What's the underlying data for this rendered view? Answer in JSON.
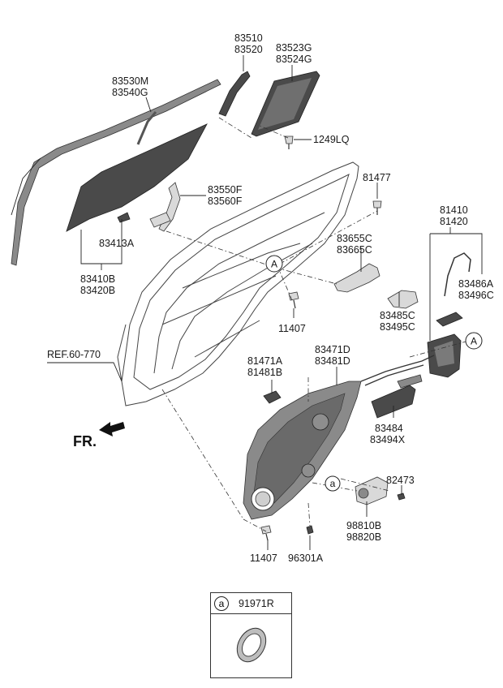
{
  "labels": {
    "p83510": "83510",
    "p83520": "83520",
    "p83523G": "83523G",
    "p83524G": "83524G",
    "p83530M": "83530M",
    "p83540G": "83540G",
    "p1249LQ": "1249LQ",
    "p81477": "81477",
    "p83550F": "83550F",
    "p83560F": "83560F",
    "p83413A": "83413A",
    "p83410B": "83410B",
    "p83420B": "83420B",
    "p81410": "81410",
    "p81420": "81420",
    "p83655C": "83655C",
    "p83665C": "83665C",
    "p83486A": "83486A",
    "p83496C": "83496C",
    "p83485C": "83485C",
    "p83495C": "83495C",
    "p11407_top": "11407",
    "ref": "REF.60-770",
    "p81471A": "81471A",
    "p81481B": "81481B",
    "p83471D": "83471D",
    "p83481D": "83481D",
    "p83484": "83484",
    "p83494X": "83494X",
    "fr": "FR.",
    "p82473": "82473",
    "p98810B": "98810B",
    "p98820B": "98820B",
    "p11407_bottom": "11407",
    "p96301A": "96301A"
  },
  "callouts": {
    "A": "A",
    "a": "a"
  },
  "legend": {
    "letter": "a",
    "part_number": "91971R"
  }
}
